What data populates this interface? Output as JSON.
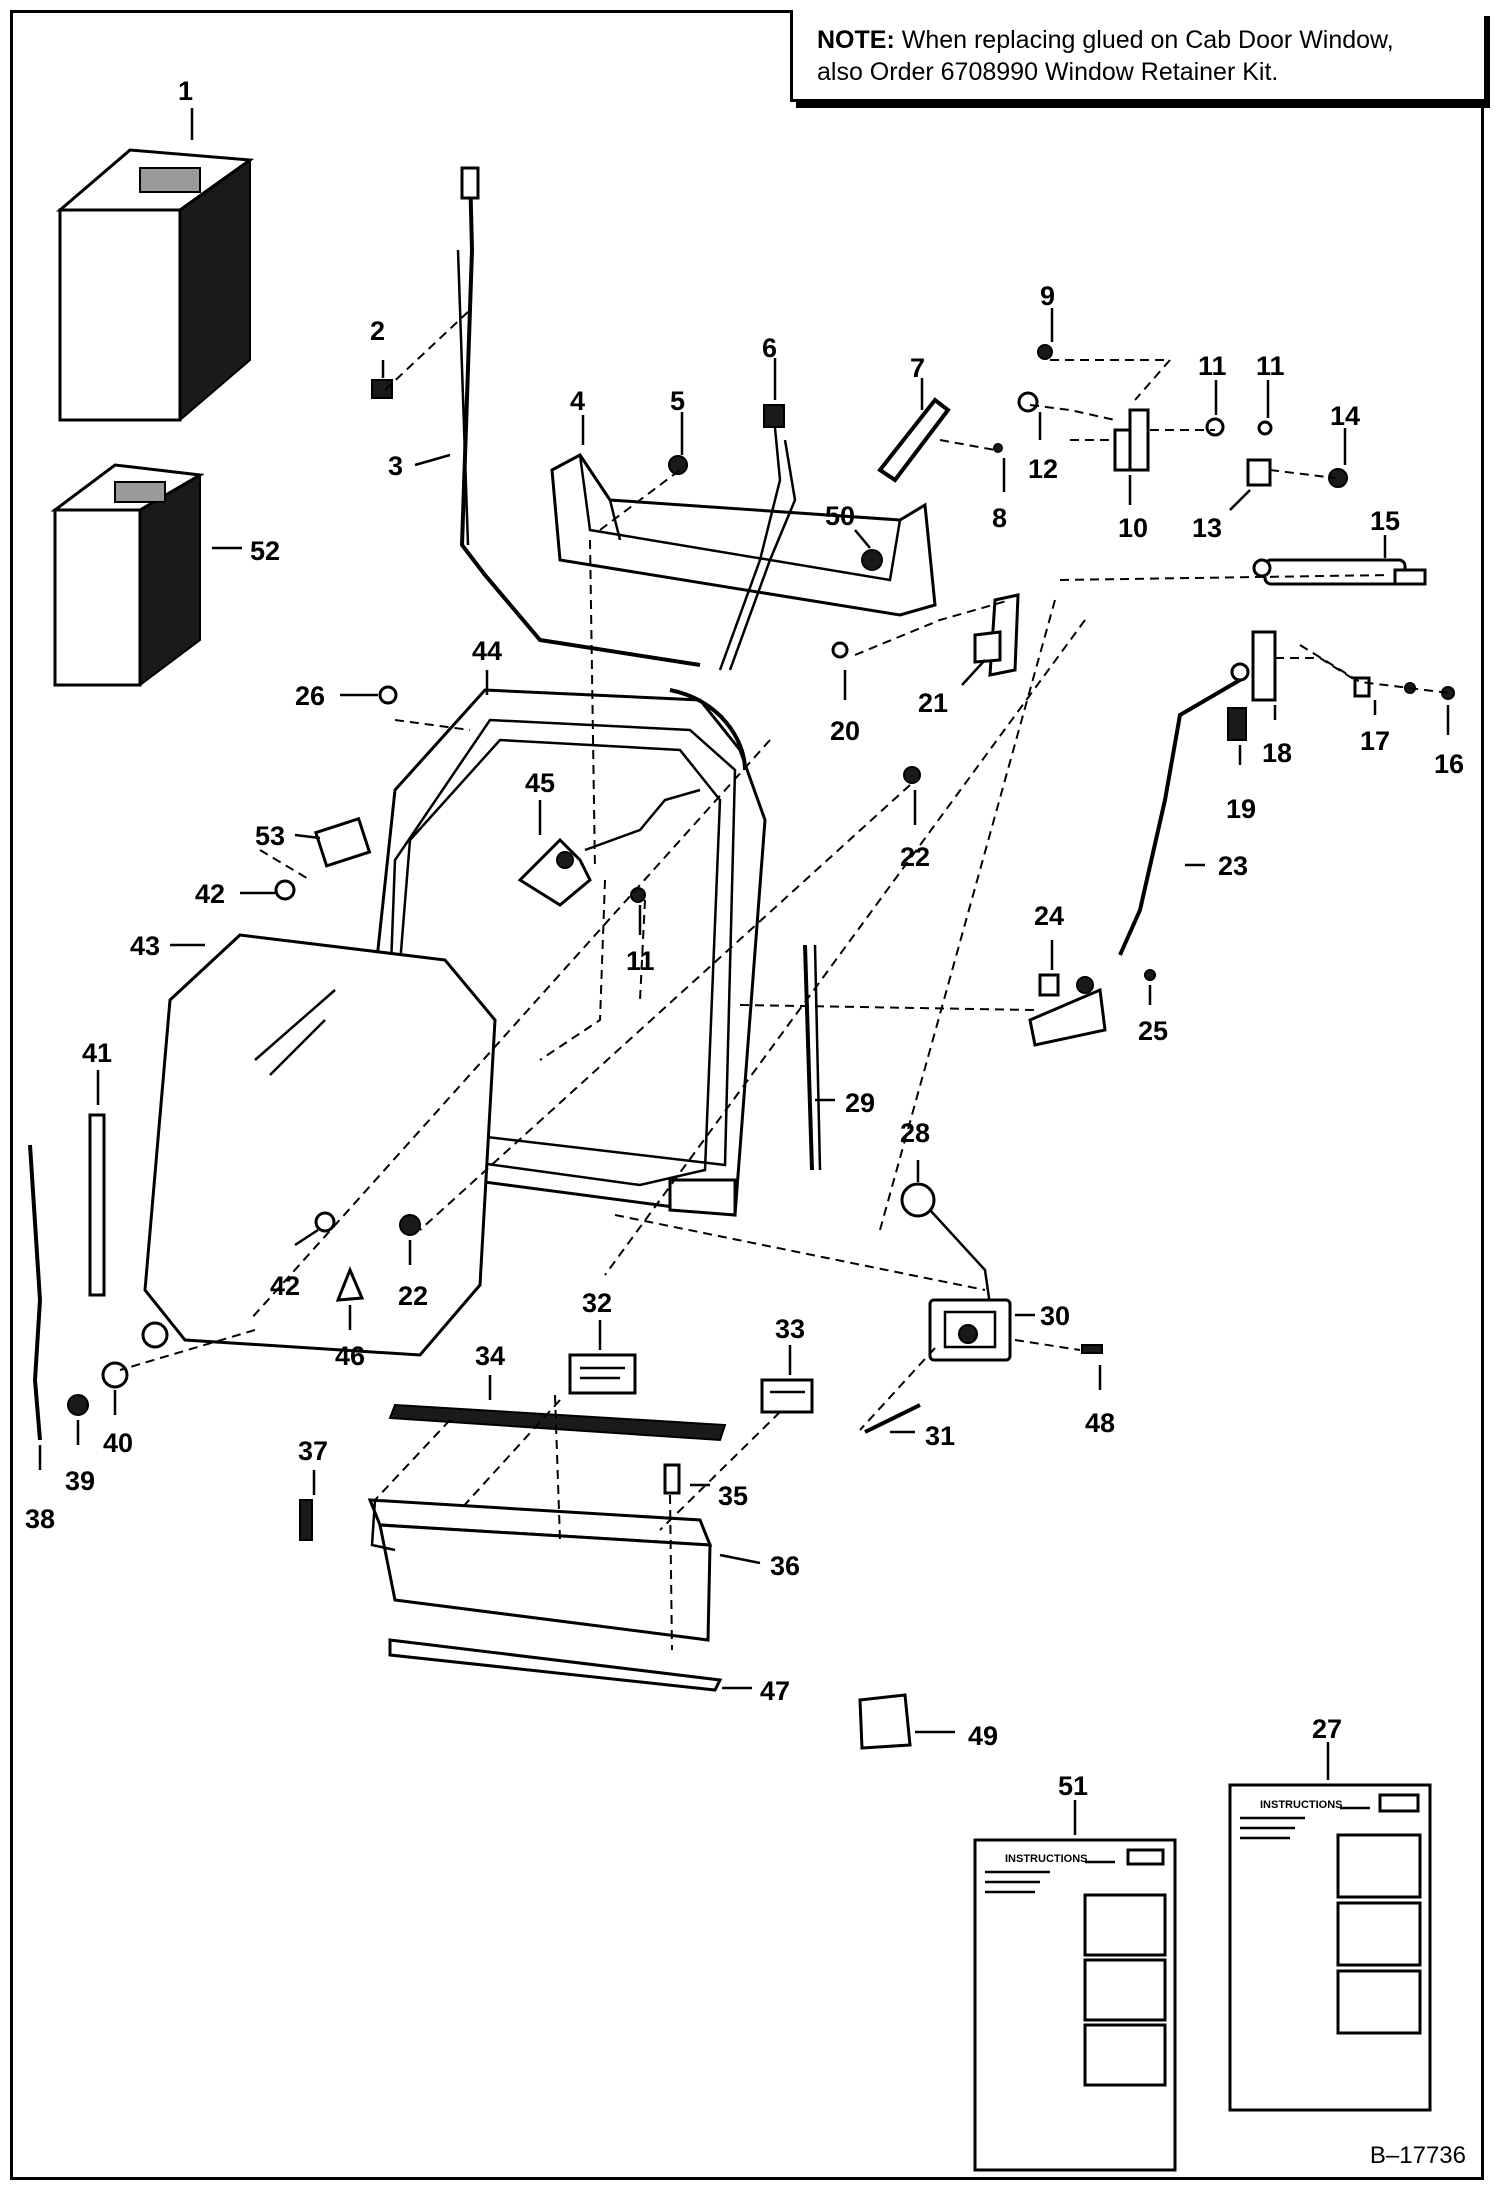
{
  "note": {
    "bold": "NOTE:",
    "line1_rest": " When replacing glued on Cab Door Window,",
    "line2": "also Order 6708990 Window Retainer Kit."
  },
  "figure_ref": "B–17736",
  "sheet_title": "INSTRUCTIONS",
  "callouts": [
    "1",
    "2",
    "3",
    "4",
    "5",
    "6",
    "7",
    "8",
    "9",
    "10",
    "11",
    "11",
    "11",
    "12",
    "13",
    "14",
    "15",
    "16",
    "17",
    "18",
    "19",
    "20",
    "21",
    "22",
    "22",
    "23",
    "24",
    "25",
    "26",
    "27",
    "28",
    "29",
    "30",
    "31",
    "32",
    "33",
    "34",
    "35",
    "36",
    "37",
    "38",
    "39",
    "40",
    "41",
    "42",
    "42",
    "43",
    "44",
    "45",
    "46",
    "47",
    "48",
    "49",
    "50",
    "51",
    "52",
    "53"
  ]
}
